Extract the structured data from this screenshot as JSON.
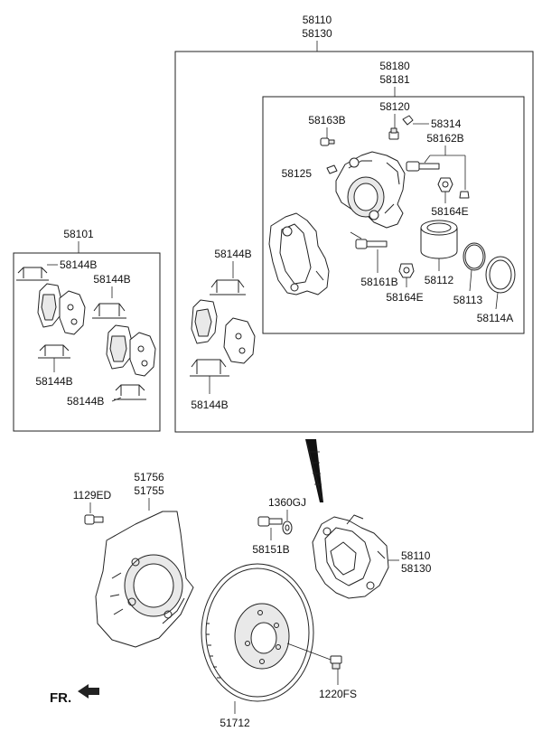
{
  "labels": {
    "main_assy_a": "58110",
    "main_assy_b": "58130",
    "caliper_a": "58180",
    "caliper_b": "58181",
    "p58120": "58120",
    "p58163b": "58163B",
    "p58314": "58314",
    "p58162b": "58162B",
    "p58125": "58125",
    "p58164e_top": "58164E",
    "p58144b_mid": "58144B",
    "p58161b": "58161B",
    "p58112": "58112",
    "p58164e_bot": "58164E",
    "p58113": "58113",
    "p58114a": "58114A",
    "p58144b_mid_bot": "58144B",
    "pad_kit": "58101",
    "pk_58144b_1": "58144B",
    "pk_58144b_2": "58144B",
    "pk_58144b_3": "58144B",
    "pk_58144b_4": "58144B",
    "p1129ed": "1129ED",
    "p51756": "51756",
    "p51755": "51755",
    "p1360gj": "1360GJ",
    "p58151b": "58151B",
    "lower_assy_a": "58110",
    "lower_assy_b": "58130",
    "p1220fs": "1220FS",
    "p51712": "51712",
    "front_indicator": "FR."
  }
}
